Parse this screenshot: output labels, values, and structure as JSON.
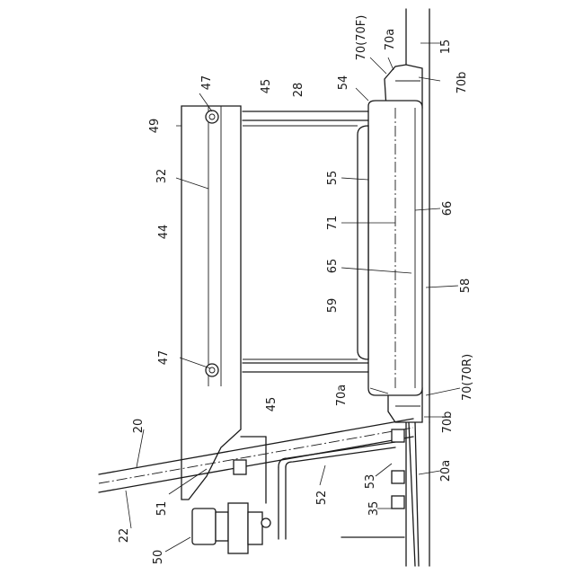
{
  "labels": {
    "l15": "15",
    "l70f": "70(70F)",
    "l70a_top": "70a",
    "l70b_top": "70b",
    "l54": "54",
    "l45_top": "45",
    "l28": "28",
    "l47_top": "47",
    "l49": "49",
    "l32": "32",
    "l55": "55",
    "l66": "66",
    "l44": "44",
    "l71": "71",
    "l65": "65",
    "l58": "58",
    "l59": "59",
    "l47_bot": "47",
    "l70a_bot": "70a",
    "l70r": "70(70R)",
    "l45_bot": "45",
    "l70b_bot": "70b",
    "l20": "20",
    "l20a": "20a",
    "l53": "53",
    "l35": "35",
    "l52": "52",
    "l51": "51",
    "l22": "22",
    "l50": "50"
  }
}
